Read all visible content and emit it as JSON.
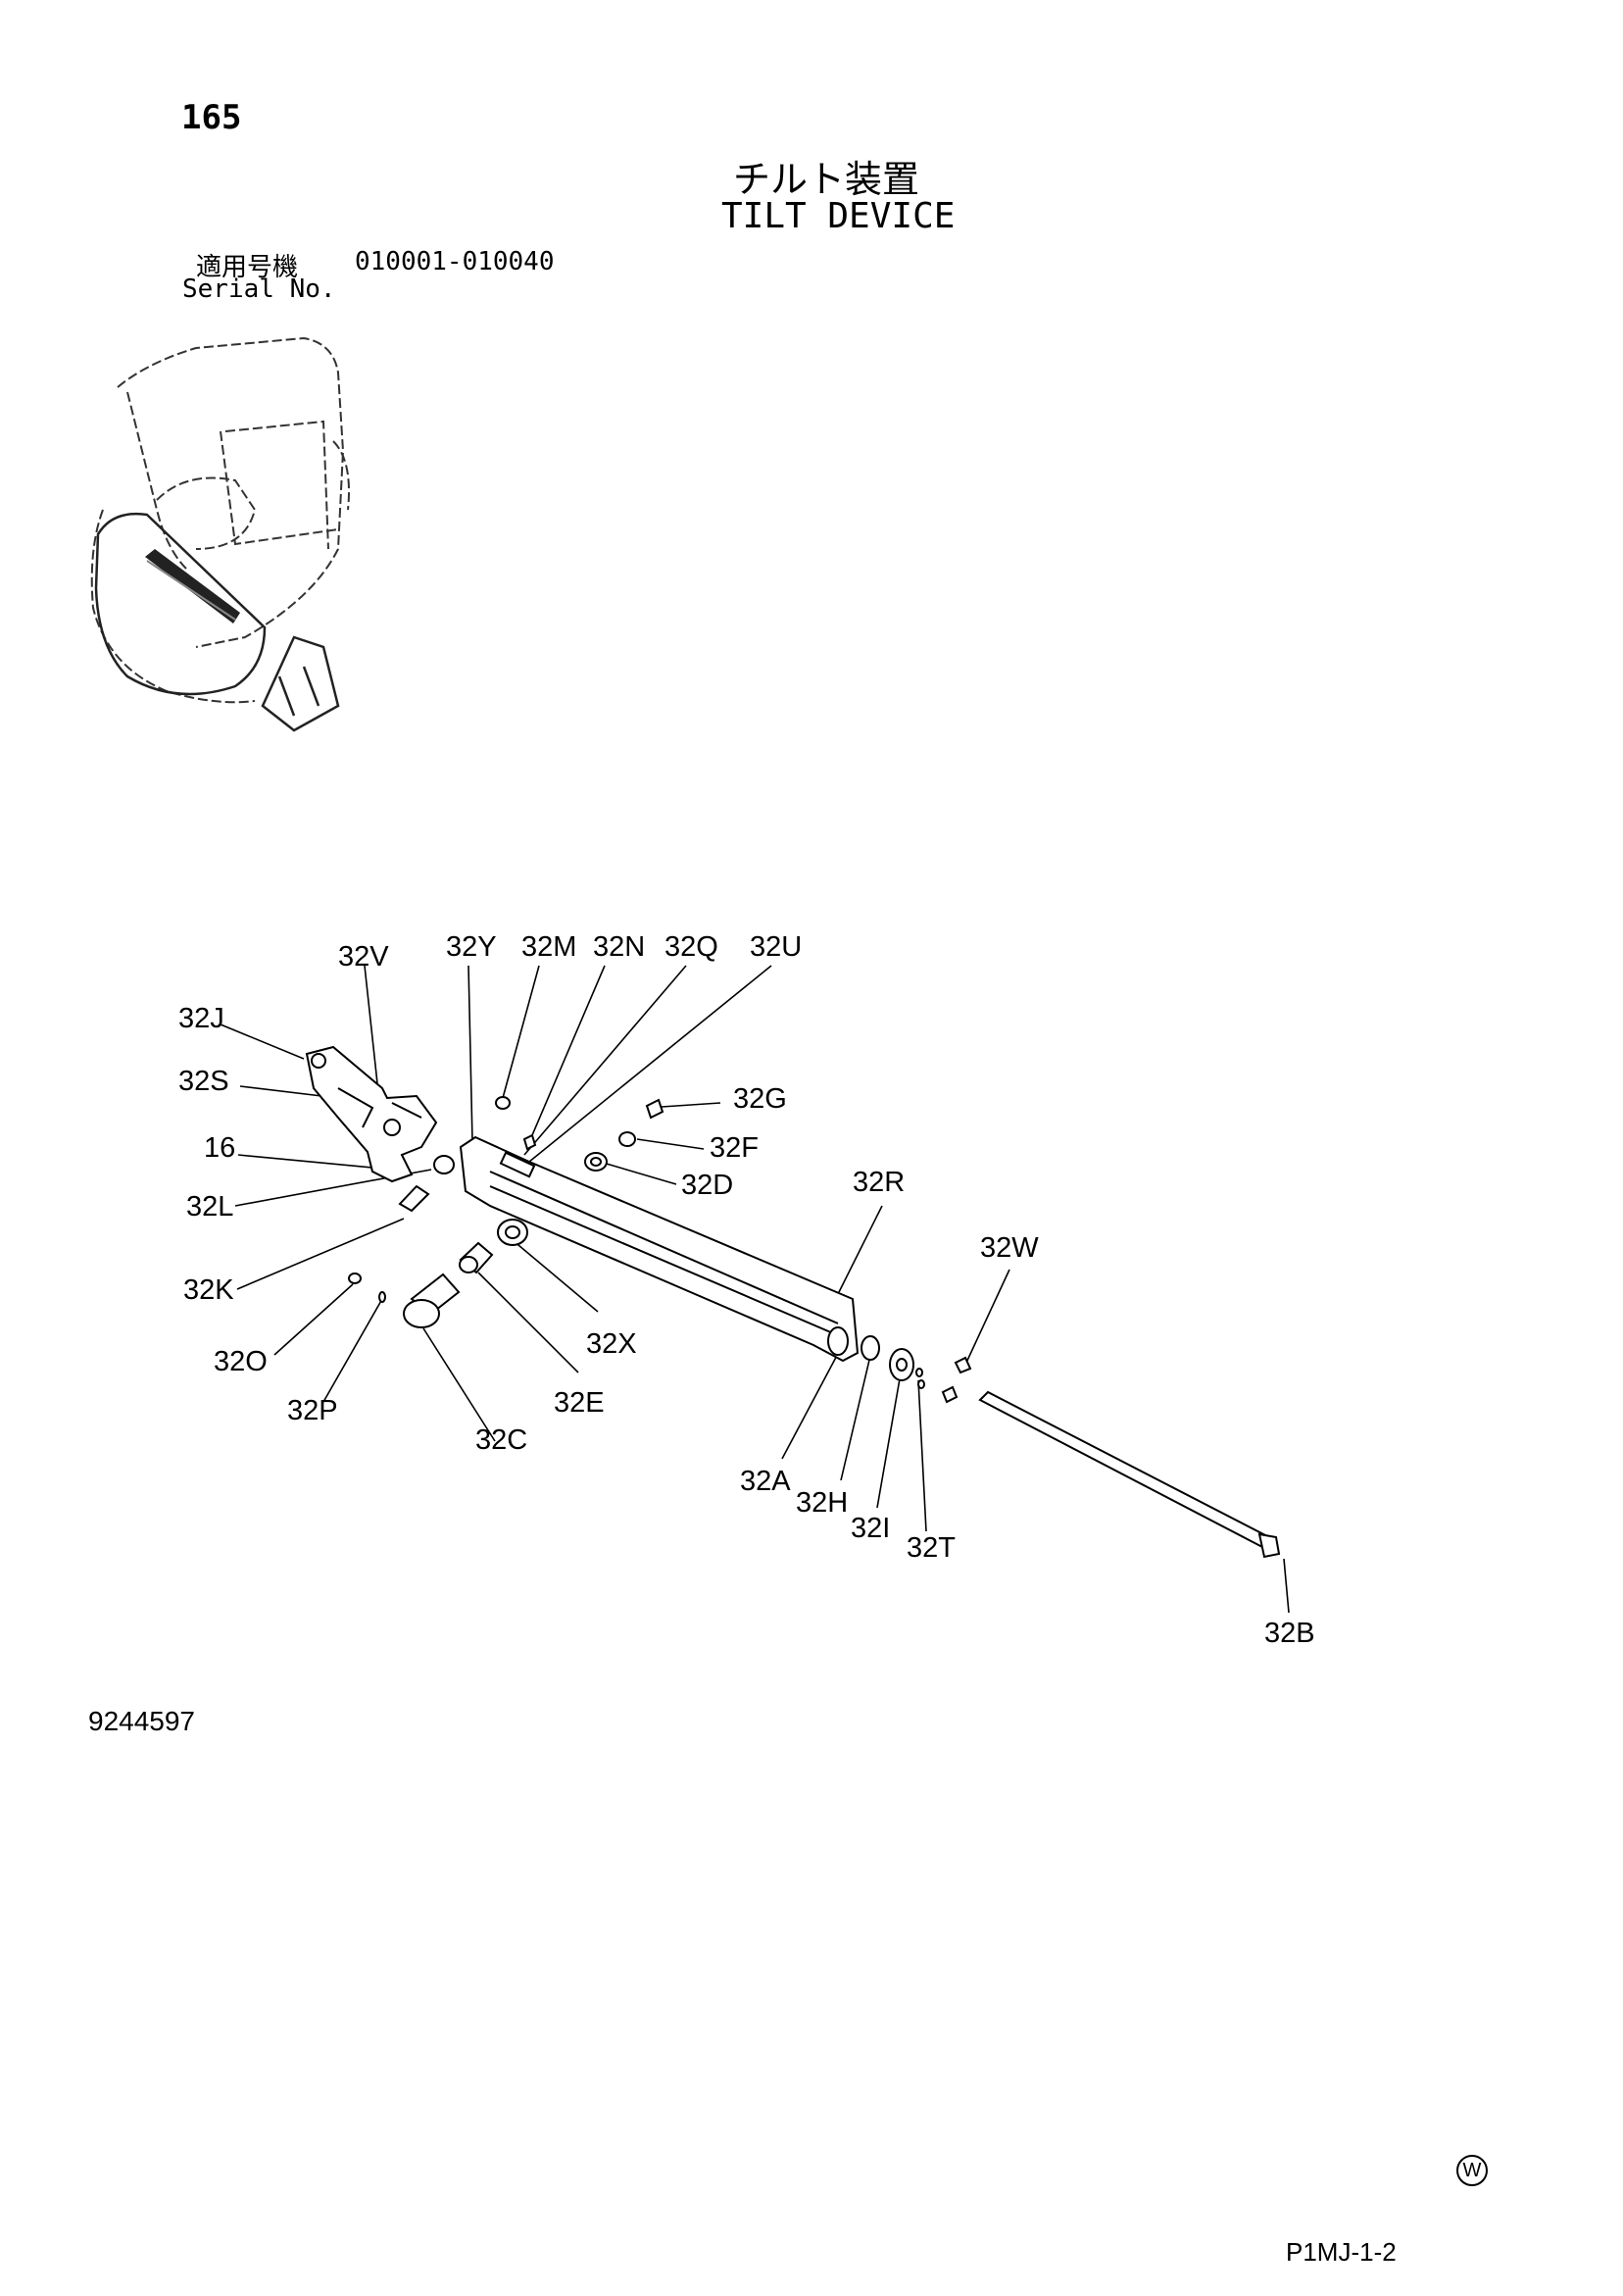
{
  "header": {
    "page_number": "165",
    "title_jp": "チルト装置",
    "title_en": "TILT DEVICE",
    "serial_label_jp": "適用号機",
    "serial_range": "010001-010040",
    "serial_label_en": "Serial No."
  },
  "diagram": {
    "callouts": [
      "32V",
      "32Y",
      "32M",
      "32N",
      "32Q",
      "32U",
      "32J",
      "32S",
      "16",
      "32G",
      "32F",
      "32D",
      "32L",
      "32R",
      "32W",
      "32K",
      "32X",
      "32O",
      "32E",
      "32P",
      "32C",
      "32A",
      "32H",
      "32I",
      "32T",
      "32B"
    ]
  },
  "footer": {
    "drawing_number": "9244597",
    "mark": "W",
    "page_code": "P1MJ-1-2"
  }
}
